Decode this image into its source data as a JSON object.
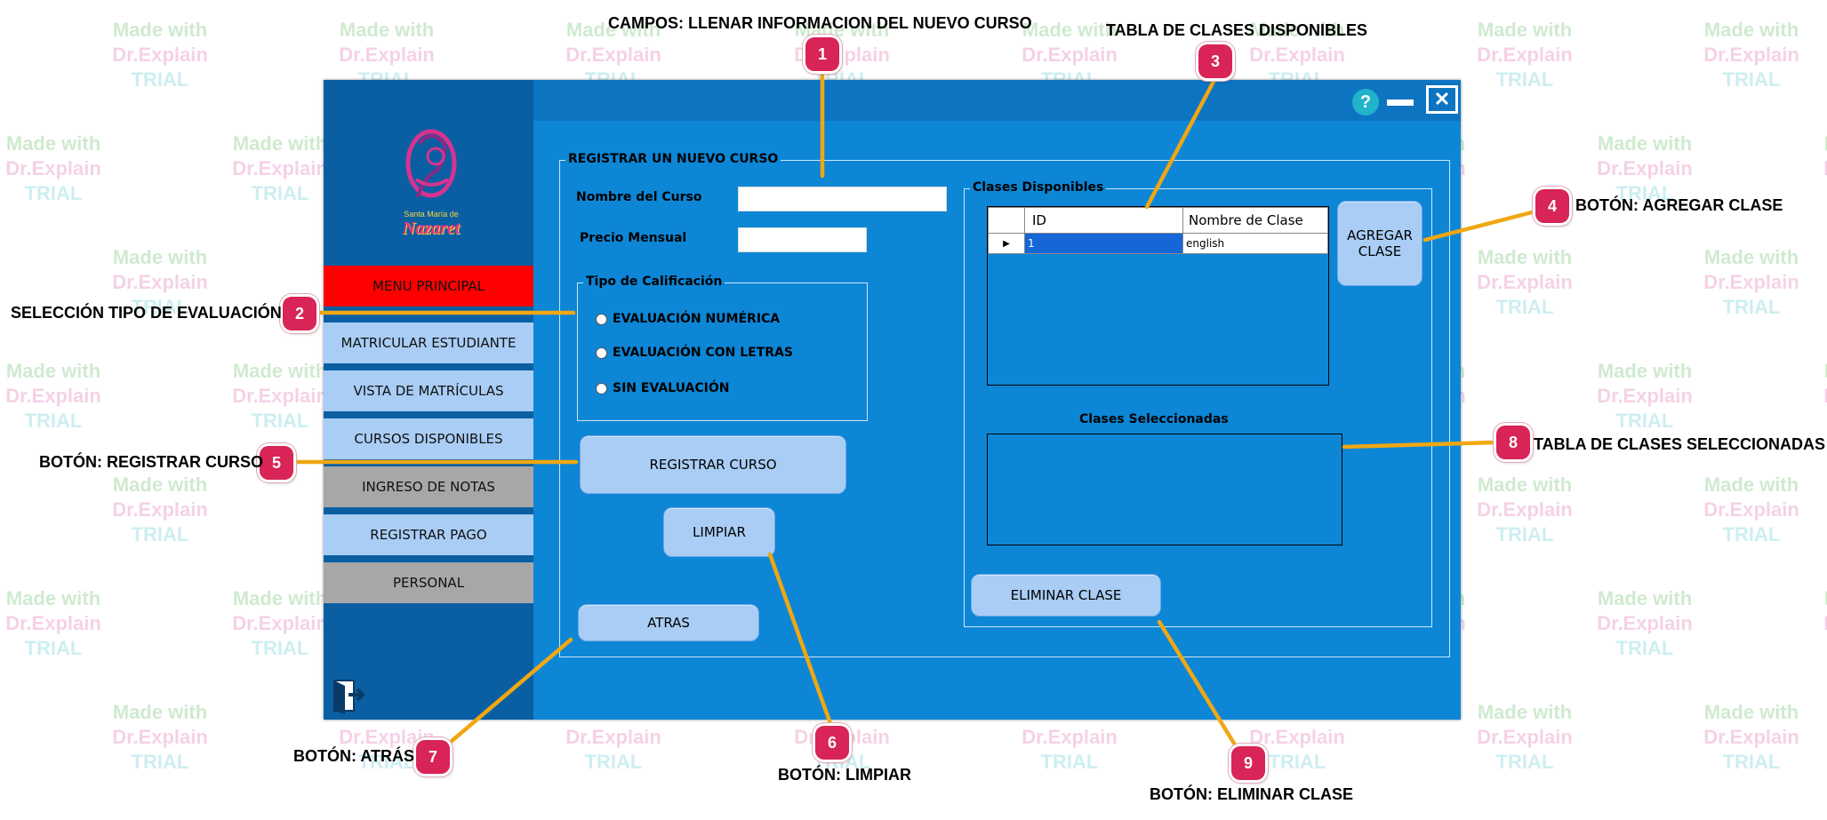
{
  "watermark": {
    "line1": "Made with",
    "line2": "Dr.Explain",
    "line3": "TRIAL"
  },
  "window": {
    "help_icon": "question-mark-icon",
    "minimize_icon": "minimize-icon",
    "close_icon": "close-icon"
  },
  "sidebar": {
    "logo_top": "Santa María de",
    "logo_name": "Nazaret",
    "logo_icon": "madonna-child-logo",
    "items": [
      {
        "label": "MENU PRINCIPAL",
        "color": "#ff0000"
      },
      {
        "label": "MATRICULAR ESTUDIANTE",
        "color": "#a9cdf5"
      },
      {
        "label": "VISTA DE MATRÍCULAS",
        "color": "#a9cdf5"
      },
      {
        "label": "CURSOS DISPONIBLES",
        "color": "#a9cdf5"
      },
      {
        "label": "INGRESO DE NOTAS",
        "color": "#a7a7a7"
      },
      {
        "label": "REGISTRAR PAGO",
        "color": "#a9cdf5"
      },
      {
        "label": "PERSONAL",
        "color": "#a7a7a7"
      }
    ],
    "exit_icon": "exit-door-icon"
  },
  "form": {
    "section_title": "REGISTRAR UN NUEVO CURSO",
    "course_name_label": "Nombre del Curso",
    "course_name_value": "",
    "price_label": "Precio Mensual",
    "price_value": "",
    "grading_title": "Tipo de Calificación",
    "grading_options": [
      "EVALUACIÓN NUMÉRICA",
      "EVALUACIÓN CON LETRAS",
      "SIN EVALUACIÓN"
    ],
    "register_button": "REGISTRAR CURSO",
    "clear_button": "LIMPIAR",
    "back_button": "ATRAS"
  },
  "classes": {
    "available_title": "Clases Disponibles",
    "columns": [
      "ID",
      "Nombre de Clase"
    ],
    "rows": [
      {
        "id": "1",
        "name": "english"
      }
    ],
    "add_button": "AGREGAR CLASE",
    "selected_title": "Clases Seleccionadas",
    "remove_button": "ELIMINAR CLASE"
  },
  "annotations": [
    {
      "num": "1",
      "label": "CAMPOS: LLENAR INFORMACION DEL NUEVO CURSO"
    },
    {
      "num": "2",
      "label": "SELECCIÓN TIPO DE EVALUACIÓN"
    },
    {
      "num": "3",
      "label": "TABLA DE CLASES DISPONIBLES"
    },
    {
      "num": "4",
      "label": "BOTÓN: AGREGAR CLASE"
    },
    {
      "num": "5",
      "label": "BOTÓN: REGISTRAR CURSO"
    },
    {
      "num": "6",
      "label": "BOTÓN: LIMPIAR"
    },
    {
      "num": "7",
      "label": "BOTÓN: ATRÁS"
    },
    {
      "num": "8",
      "label": "TABLA DE CLASES SELECCIONADAS"
    },
    {
      "num": "9",
      "label": "BOTÓN: ELIMINAR CLASE"
    }
  ],
  "colors": {
    "window_bg": "#0d74c2",
    "sidebar_bg": "#0a5fa3",
    "panel_bg": "#0d86d6",
    "button_bg": "#a9cdf5",
    "callout_badge": "#d82457",
    "callout_line": "#f0a712",
    "selected_row": "#1666d8"
  }
}
